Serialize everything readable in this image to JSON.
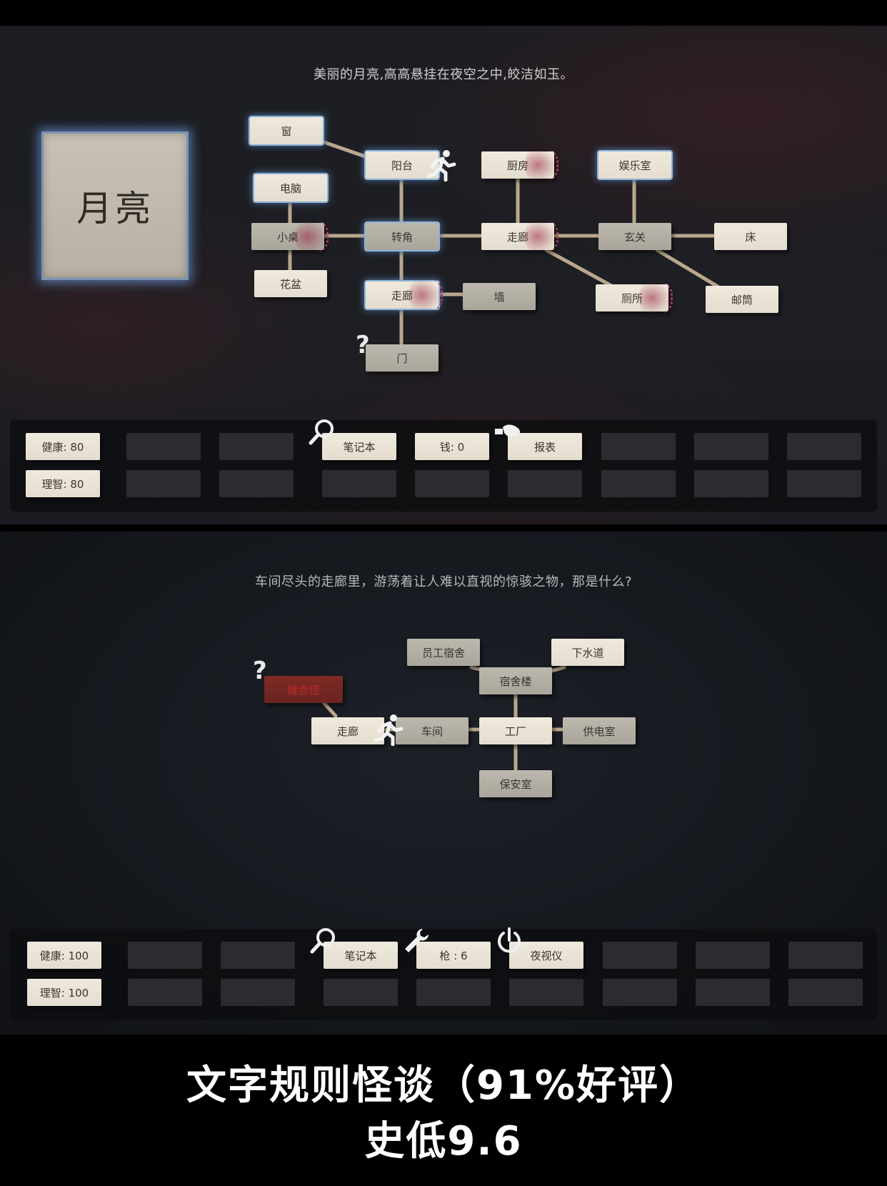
{
  "top": {
    "description": "美丽的月亮,高高悬挂在夜空之中,皎洁如玉。",
    "focus_card": "月亮",
    "nodes": {
      "window": "窗",
      "computer": "电脑",
      "desk": "小桌",
      "flowerpot": "花盆",
      "balcony": "阳台",
      "corner": "转角",
      "corridor_lower": "走廊",
      "wall": "墙",
      "door": "门",
      "kitchen": "厨房",
      "corridor_main": "走廊",
      "entertainment": "娱乐室",
      "entrance": "玄关",
      "bed": "床",
      "toilet": "厕所",
      "mailbox": "邮筒"
    },
    "door_marker": "?",
    "inventory": {
      "health": "健康: 80",
      "sanity": "理智: 80",
      "notebook": "笔记本",
      "money": "钱: 0",
      "report": "报表"
    }
  },
  "bottom": {
    "description": "车间尽头的走廊里，游荡着让人难以直视的惊骇之物，那是什么?",
    "nodes": {
      "staff_dorm": "员工宿舍",
      "sewer": "下水道",
      "dorm_building": "宿舍楼",
      "monster": "缝合怪",
      "corridor": "走廊",
      "workshop": "车间",
      "factory": "工厂",
      "power_room": "供电室",
      "security_room": "保安室"
    },
    "monster_marker": "?",
    "inventory": {
      "health": "健康: 100",
      "sanity": "理智: 100",
      "notebook": "笔记本",
      "gun": "枪 : 6",
      "night_vision": "夜视仪"
    }
  },
  "headline": {
    "line1": "文字规则怪谈（91%好评）",
    "line2": "史低9.6"
  },
  "colors": {
    "card": "#e9e3d6",
    "card_dim": "#b3aea4",
    "rope": "#b9a88c",
    "highlight": "#8fb3d9",
    "flesh": "#b53a62",
    "danger_text": "#c12a2a"
  }
}
